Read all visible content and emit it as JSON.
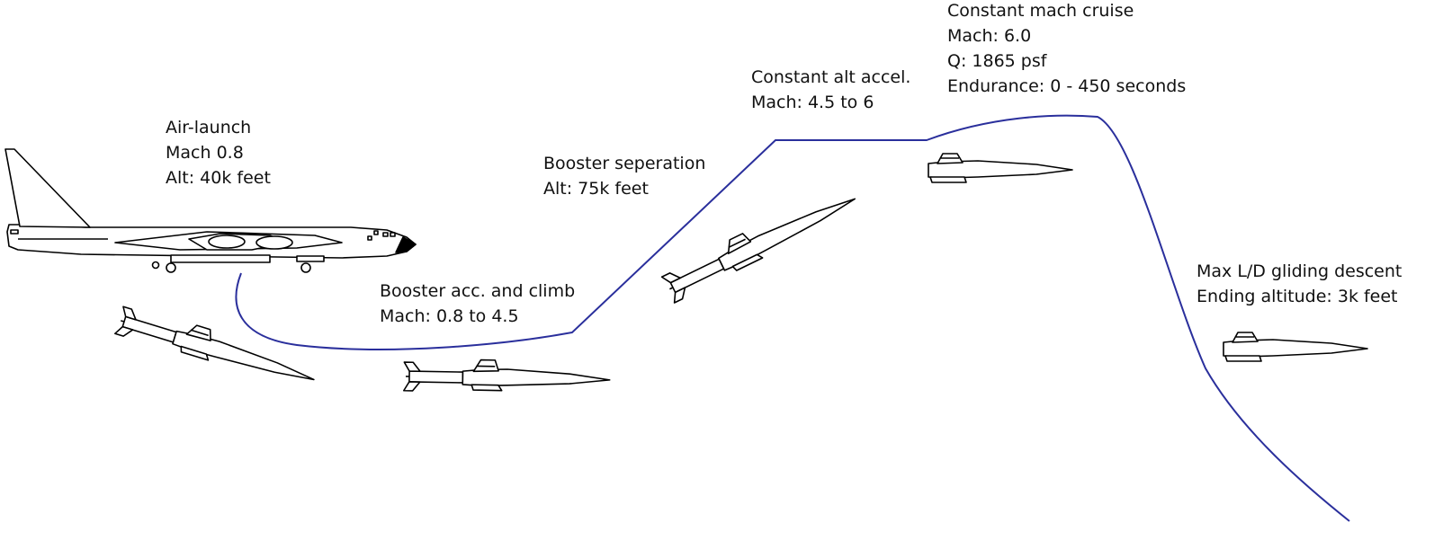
{
  "diagram": {
    "trajectory_color": "#2a2f9c",
    "stages": [
      {
        "id": "air-launch",
        "lines": [
          "Air-launch",
          "Mach 0.8",
          "Alt: 40k feet"
        ]
      },
      {
        "id": "booster-acc",
        "lines": [
          "Booster acc. and climb",
          "Mach: 0.8 to 4.5"
        ]
      },
      {
        "id": "booster-sep",
        "lines": [
          "Booster seperation",
          "Alt: 75k feet"
        ]
      },
      {
        "id": "const-alt",
        "lines": [
          "Constant alt accel.",
          "Mach: 4.5 to 6"
        ]
      },
      {
        "id": "cruise",
        "lines": [
          "Constant mach cruise",
          "Mach: 6.0",
          "Q: 1865 psf",
          "Endurance: 0 - 450 seconds"
        ]
      },
      {
        "id": "glide",
        "lines": [
          "Max L/D gliding descent",
          "Ending altitude: 3k feet"
        ]
      }
    ],
    "icons": [
      "carrier-aircraft-icon",
      "missile-with-booster-icon",
      "hypersonic-vehicle-icon"
    ]
  }
}
